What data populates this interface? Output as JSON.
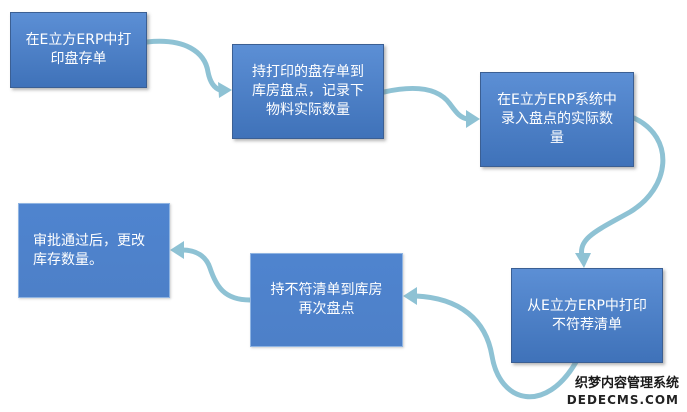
{
  "steps": [
    {
      "id": "print-inventory",
      "text": "在E立方ERP中打\n印盘存单"
    },
    {
      "id": "count-warehouse",
      "text": "持打印的盘存单到\n库房盘点，记录下\n物料实际数量"
    },
    {
      "id": "enter-actual",
      "text": "在E立方ERP系统中\n录入盘点的实际数\n量"
    },
    {
      "id": "print-mismatch",
      "text": "从E立方ERP中打印\n不符荐清单"
    },
    {
      "id": "recount",
      "text": "持不符清单到库房\n再次盘点"
    },
    {
      "id": "approve-change",
      "text": "审批通过后，更改\n库存数量。"
    }
  ],
  "colors": {
    "box_fill_top": "#5c8fd5",
    "box_fill_bottom": "#3f72b9",
    "box_border": "#3b5f93",
    "connector": "#8ec2d4",
    "text": "#ffffff"
  },
  "watermark": {
    "line1": "织梦内容管理系统",
    "line2": "DEDECMS.COM"
  }
}
